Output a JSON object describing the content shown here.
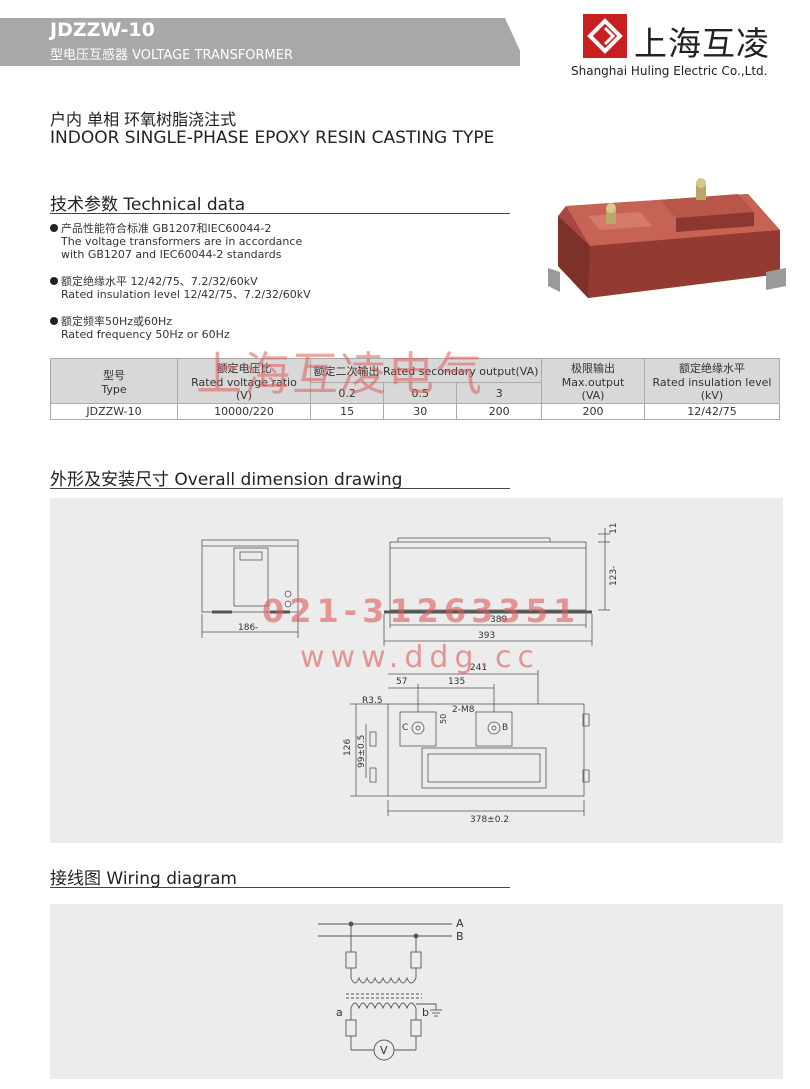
{
  "header": {
    "model": "JDZZW-10",
    "subtitle": "型电压互感器 VOLTAGE TRANSFORMER",
    "brand_cn": "上海互凌",
    "brand_en": "Shanghai Huling Electric Co.,Ltd."
  },
  "type_cn": "户内  单相  环氧树脂浇注式",
  "type_en": "INDOOR SINGLE-PHASE EPOXY RESIN CASTING TYPE",
  "technical": {
    "title": "技术参数  Technical data",
    "bullets": [
      {
        "cn": "产品性能符合标准 GB1207和IEC60044-2",
        "en1": "The voltage transformers are in accordance",
        "en2": "with GB1207 and IEC60044-2 standards"
      },
      {
        "cn": "额定绝缘水平 12/42/75、7.2/32/60kV",
        "en1": "Rated insulation level 12/42/75、7.2/32/60kV",
        "en2": ""
      },
      {
        "cn": "额定频率50Hz或60Hz",
        "en1": "Rated frequency 50Hz or 60Hz",
        "en2": ""
      }
    ]
  },
  "watermark": {
    "company": "上海互凌电气",
    "phone": "021-31263351",
    "web": "www.ddg.cc"
  },
  "table": {
    "h_type_cn": "型号",
    "h_type_en": "Type",
    "h_ratio_cn": "额定电压比",
    "h_ratio_en": "Rated voltage ratio",
    "h_ratio_unit": "(V)",
    "h_output": "额定二次输出 Rated secondary output(VA)",
    "h_classes": [
      "0.2",
      "0.5",
      "3"
    ],
    "h_max_cn": "极限输出",
    "h_max_en": "Max.output",
    "h_max_unit": "(VA)",
    "h_ins_cn": "额定绝缘水平",
    "h_ins_en": "Rated insulation level",
    "h_ins_unit": "(kV)",
    "row": [
      "JDZZW-10",
      "10000/220",
      "15",
      "30",
      "200",
      "200",
      "12/42/75"
    ]
  },
  "dimension": {
    "title": "外形及安装尺寸  Overall dimension drawing",
    "labels": {
      "d186": "186-",
      "d389": "389",
      "d393": "393",
      "d11": "11",
      "d123": "123-",
      "d241": "241",
      "d57": "57",
      "d135": "135",
      "r35": "R3.5",
      "d50": "50",
      "m8": "2-M8",
      "d126": "126",
      "d99": "99±0.5",
      "d378": "378±0.2",
      "tC": "C",
      "tB": "B"
    }
  },
  "wiring": {
    "title": "接线图  Wiring diagram",
    "labels": {
      "A": "A",
      "B": "B",
      "a": "a",
      "b": "b",
      "V": "V"
    }
  }
}
